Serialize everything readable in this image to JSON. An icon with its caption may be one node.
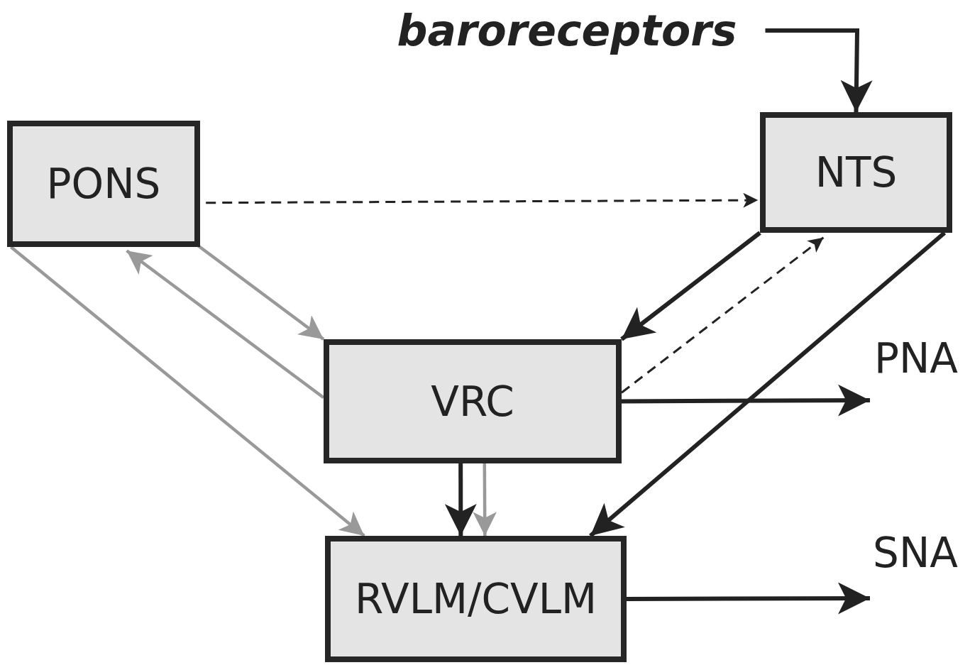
{
  "diagram": {
    "nodes": [
      {
        "text": [
          "baroreceptors"
        ]
      },
      {
        "text": [
          "PONS"
        ]
      },
      {
        "text": [
          "NTS"
        ]
      },
      {
        "text": [
          "VRC"
        ]
      },
      {
        "text": [
          "PNA"
        ]
      },
      {
        "text": [
          "RVLM/CVLM"
        ]
      },
      {
        "text": [
          "SNA"
        ]
      }
    ],
    "edges": [
      {
        "from": 0,
        "to": 2,
        "arrow": "to"
      },
      {
        "from": 1,
        "to": 2,
        "arrow": "to",
        "style": "dashed"
      },
      {
        "from": 1,
        "to": 3,
        "arrow": "to",
        "color": "#999999"
      },
      {
        "from": 3,
        "to": 1,
        "arrow": "to",
        "color": "#999999"
      },
      {
        "from": 1,
        "to": 5,
        "arrow": "to",
        "color": "#999999"
      },
      {
        "from": 2,
        "to": 3,
        "arrow": "to"
      },
      {
        "from": 3,
        "to": 2,
        "arrow": "to",
        "style": "dashed"
      },
      {
        "from": 2,
        "to": 5,
        "arrow": "to"
      },
      {
        "from": 3,
        "to": 4,
        "arrow": "to"
      },
      {
        "from": 3,
        "to": 5,
        "arrow": "to"
      },
      {
        "from": 3,
        "to": 5,
        "arrow": "to",
        "color": "#999999"
      },
      {
        "from": 5,
        "to": 6,
        "arrow": "to"
      }
    ]
  }
}
